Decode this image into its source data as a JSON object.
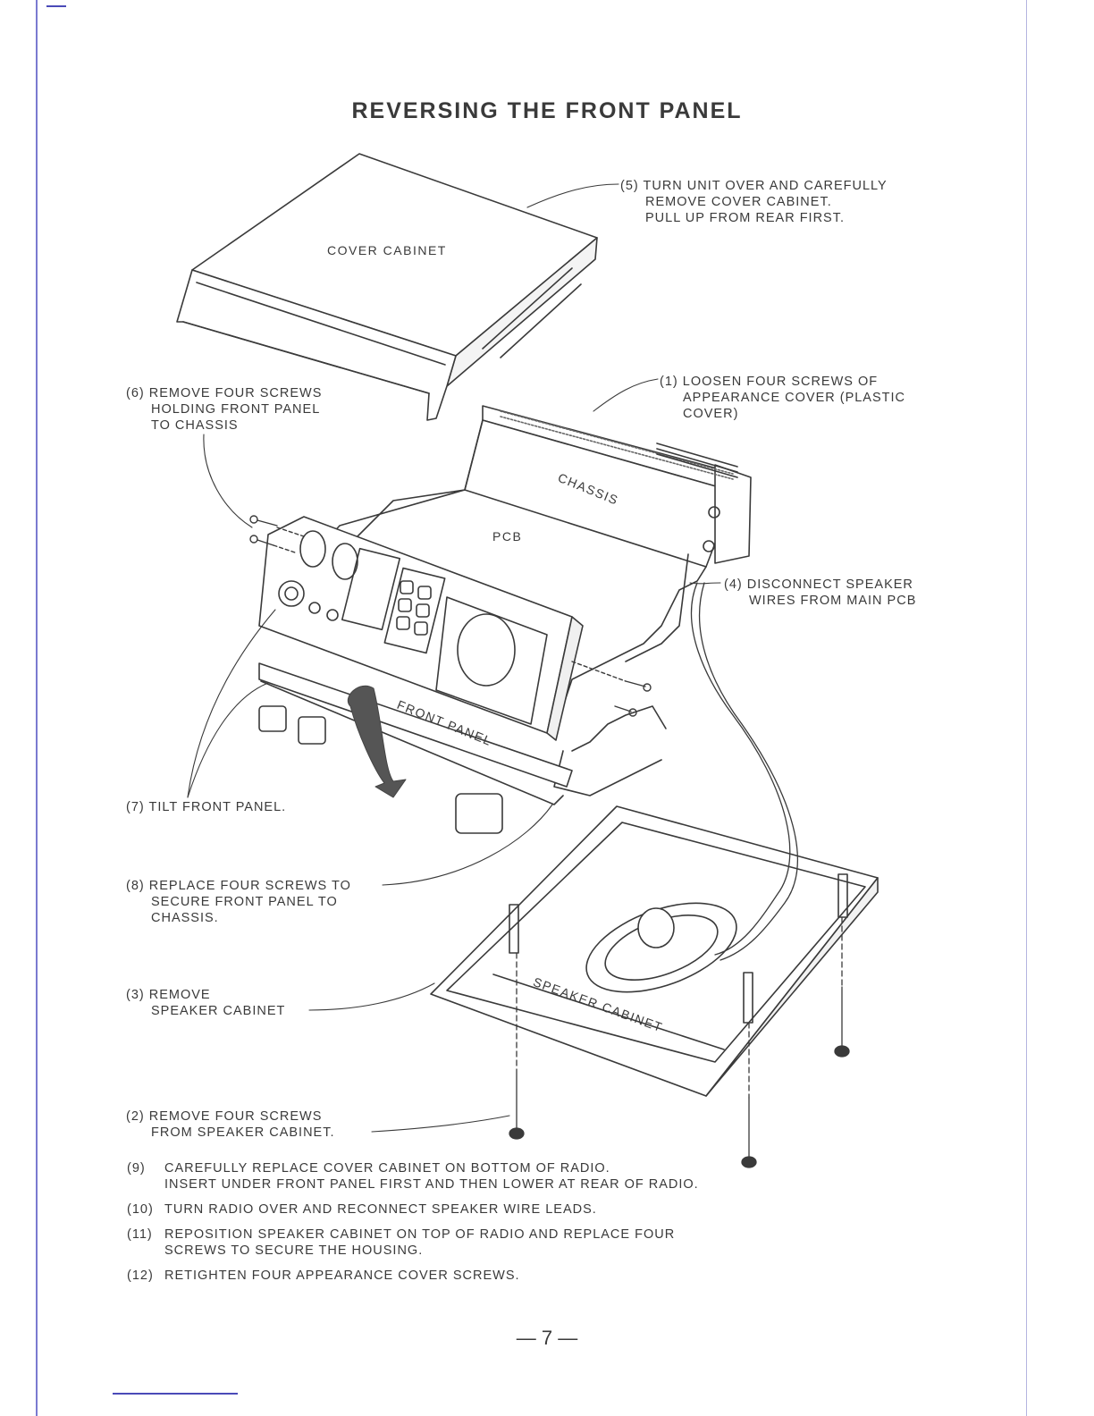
{
  "title": "REVERSING THE FRONT PANEL",
  "diagram_labels": {
    "cover_cabinet": "COVER CABINET",
    "chassis": "CHASSIS",
    "pcb": "PCB",
    "front_panel": "FRONT PANEL",
    "speaker_cabinet": "SPEAKER CABINET"
  },
  "callouts": {
    "step5": [
      "(5) TURN UNIT OVER AND CAREFULLY",
      "REMOVE COVER CABINET.",
      "PULL UP FROM REAR FIRST."
    ],
    "step1": [
      "(1) LOOSEN FOUR SCREWS OF",
      "APPEARANCE COVER (PLASTIC",
      "COVER)"
    ],
    "step6": [
      "(6) REMOVE FOUR SCREWS",
      "HOLDING FRONT PANEL",
      "TO CHASSIS"
    ],
    "step4": [
      "(4) DISCONNECT SPEAKER",
      "WIRES FROM MAIN PCB"
    ],
    "step7": [
      "(7) TILT FRONT PANEL."
    ],
    "step8": [
      "(8) REPLACE FOUR SCREWS TO",
      "SECURE FRONT PANEL TO",
      "CHASSIS."
    ],
    "step3": [
      "(3) REMOVE",
      "SPEAKER CABINET"
    ],
    "step2": [
      "(2) REMOVE FOUR SCREWS",
      "FROM SPEAKER CABINET."
    ]
  },
  "steps": [
    {
      "num": "(9)",
      "lines": [
        "CAREFULLY REPLACE COVER CABINET ON BOTTOM OF RADIO.",
        "INSERT  UNDER FRONT PANEL FIRST AND THEN LOWER AT REAR OF RADIO."
      ]
    },
    {
      "num": "(10)",
      "lines": [
        "TURN RADIO OVER AND RECONNECT SPEAKER WIRE LEADS."
      ]
    },
    {
      "num": "(11)",
      "lines": [
        "REPOSITION SPEAKER CABINET ON TOP OF RADIO AND REPLACE FOUR",
        "SCREWS TO SECURE THE HOUSING."
      ]
    },
    {
      "num": "(12)",
      "lines": [
        "RETIGHTEN FOUR APPEARANCE COVER SCREWS."
      ]
    }
  ],
  "page_number": "— 7 —",
  "colors": {
    "ink": "#3a3a3a",
    "border": "#7a7ad0"
  }
}
